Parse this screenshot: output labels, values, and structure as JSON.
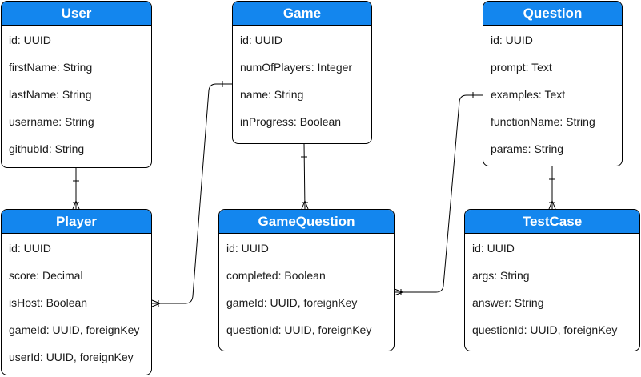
{
  "entities": {
    "user": {
      "title": "User",
      "fields": [
        "id: UUID",
        "firstName: String",
        "lastName: String",
        "username: String",
        "githubId: String"
      ]
    },
    "game": {
      "title": "Game",
      "fields": [
        "id: UUID",
        "numOfPlayers: Integer",
        "name: String",
        "inProgress: Boolean"
      ]
    },
    "question": {
      "title": "Question",
      "fields": [
        "id: UUID",
        "prompt: Text",
        "examples: Text",
        "functionName: String",
        "params: String"
      ]
    },
    "player": {
      "title": "Player",
      "fields": [
        "id: UUID",
        "score: Decimal",
        "isHost: Boolean",
        "gameId: UUID, foreignKey",
        "userId: UUID, foreignKey"
      ]
    },
    "gamequestion": {
      "title": "GameQuestion",
      "fields": [
        "id: UUID",
        "completed: Boolean",
        "gameId: UUID, foreignKey",
        "questionId: UUID, foreignKey"
      ]
    },
    "testcase": {
      "title": "TestCase",
      "fields": [
        "id: UUID",
        "args: String",
        "answer: String",
        "questionId: UUID, foreignKey"
      ]
    }
  },
  "relationships": [
    {
      "from": "User",
      "to": "Player",
      "cardinality": "one-to-many"
    },
    {
      "from": "Game",
      "to": "Player",
      "cardinality": "one-to-many"
    },
    {
      "from": "Game",
      "to": "GameQuestion",
      "cardinality": "one-to-many"
    },
    {
      "from": "Question",
      "to": "GameQuestion",
      "cardinality": "one-to-many"
    },
    {
      "from": "Question",
      "to": "TestCase",
      "cardinality": "one-to-many"
    }
  ],
  "colors": {
    "header_bg": "#1386ee",
    "header_text": "#ffffff",
    "border": "#000000",
    "text": "#1a1a1a"
  }
}
